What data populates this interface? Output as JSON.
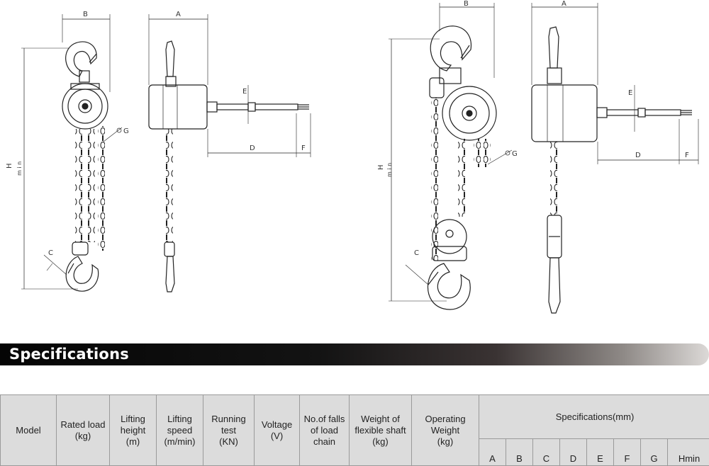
{
  "drawings": {
    "left": {
      "dims": {
        "b": "B",
        "a": "A",
        "h": "H",
        "hmin": "m i n",
        "c": "C",
        "g": "G",
        "e": "E",
        "d": "D",
        "f": "F"
      }
    },
    "right": {
      "dims": {
        "b": "B",
        "a": "A",
        "h": "H",
        "hmin": "m i n",
        "c": "C",
        "g": "G",
        "e": "E",
        "d": "D",
        "f": "F"
      }
    }
  },
  "section": {
    "title": "Specifications"
  },
  "table": {
    "headers": {
      "model": "Model",
      "rated_load": [
        "Rated load",
        "(kg)"
      ],
      "lifting_height": [
        "Lifting",
        "height",
        "(m)"
      ],
      "lifting_speed": [
        "Lifting",
        "speed",
        "(m/min)"
      ],
      "running_test": [
        "Running",
        "test",
        "(KN)"
      ],
      "voltage": [
        "Voltage",
        "(V)"
      ],
      "falls": [
        "No.of falls",
        "of load",
        "chain"
      ],
      "shaft_weight": [
        "Weight of",
        "flexible shaft",
        "(kg)"
      ],
      "operating_weight": [
        "Operating",
        "Weight",
        "(kg)"
      ],
      "spec_group": "Specifications(mm)"
    },
    "sub_headers": [
      "A",
      "B",
      "C",
      "D",
      "E",
      "F",
      "G",
      "Hmin"
    ]
  }
}
